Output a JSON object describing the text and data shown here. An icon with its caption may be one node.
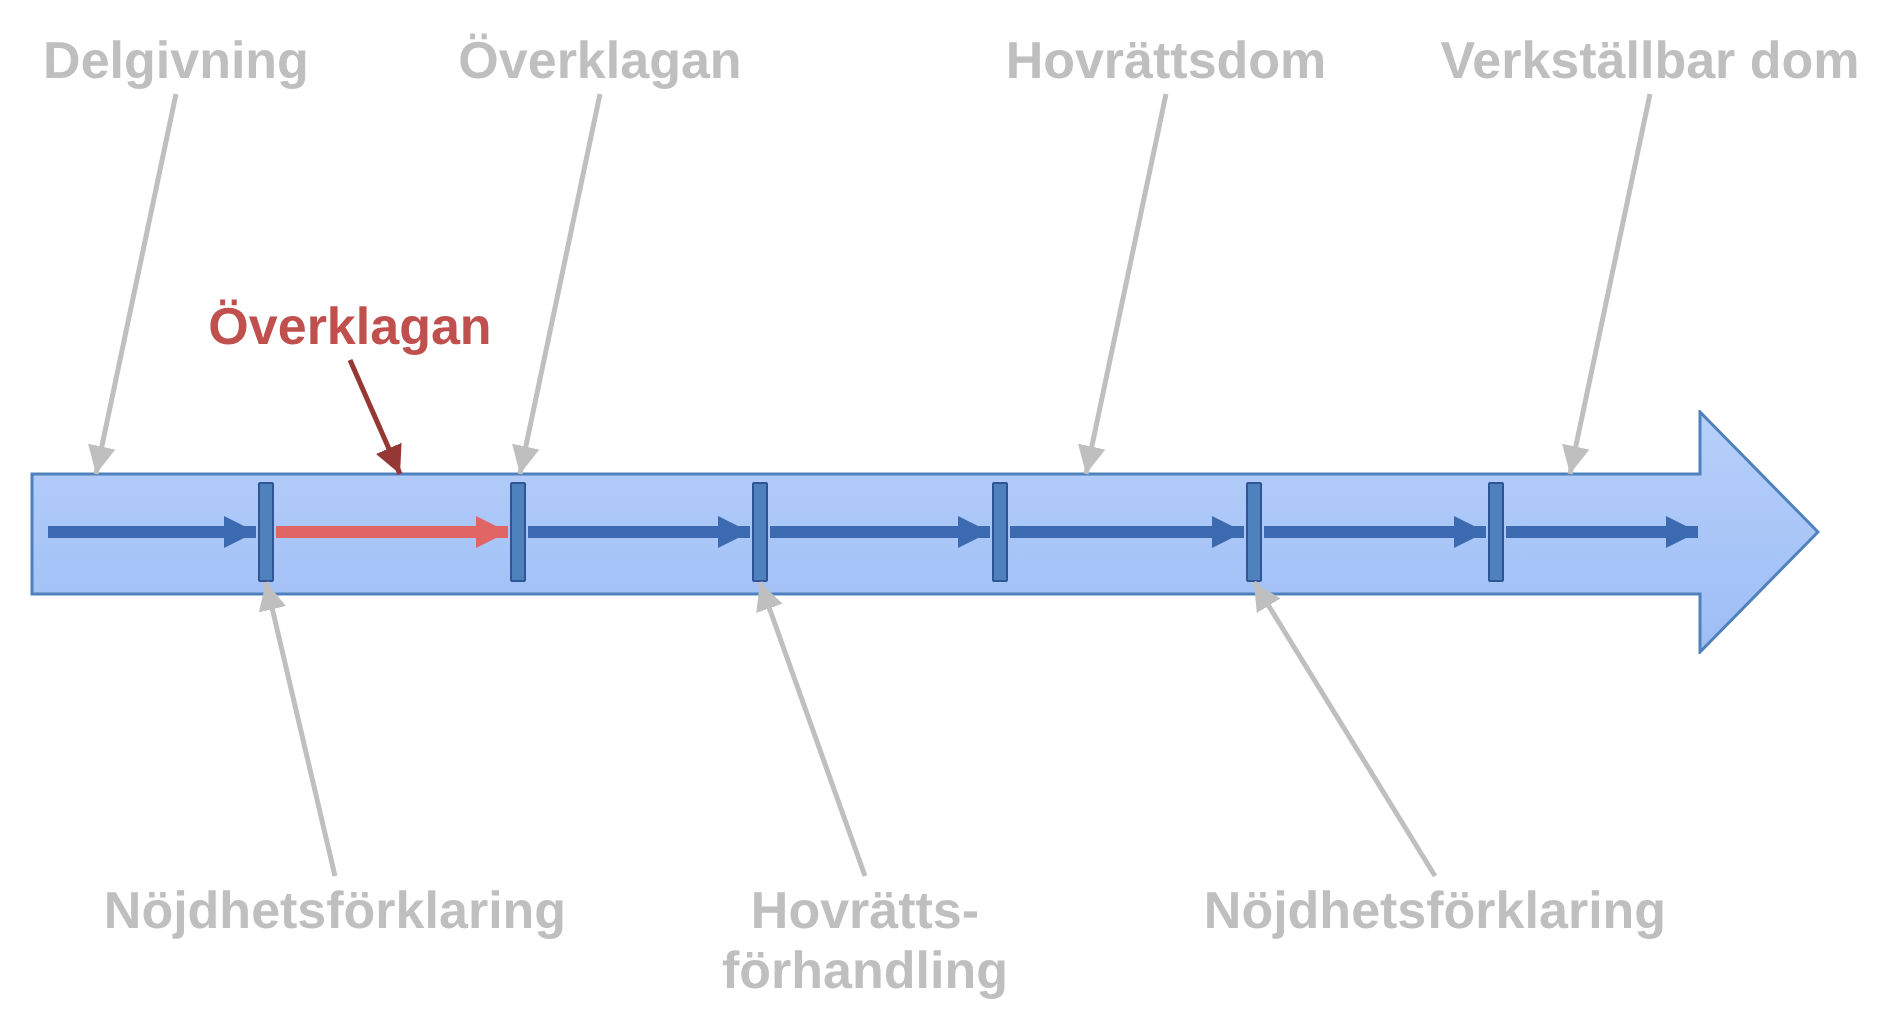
{
  "diagram": {
    "nodes": [
      {
        "text": [
          "Delgivning"
        ]
      },
      {
        "text": [
          "Överklagan"
        ]
      },
      {
        "text": [
          "Hovrättsdom"
        ]
      },
      {
        "text": [
          "Verkställbar dom"
        ]
      },
      {
        "text": [
          "Överklagan"
        ]
      },
      {
        "text": [],
        "shape": "arrow"
      },
      {
        "text": [],
        "shape": "bar",
        "in": 5
      },
      {
        "text": [],
        "shape": "bar",
        "in": 5
      },
      {
        "text": [],
        "shape": "bar",
        "in": 5
      },
      {
        "text": [],
        "shape": "bar",
        "in": 5
      },
      {
        "text": [],
        "shape": "bar",
        "in": 5
      },
      {
        "text": [],
        "shape": "bar",
        "in": 5
      },
      {
        "text": [
          "Nöjdhetsförklaring"
        ]
      },
      {
        "text": [
          "Hovrätts- förhandling"
        ]
      },
      {
        "text": [
          "Nöjdhetsförklaring"
        ]
      }
    ],
    "edges": [
      {
        "from": 0,
        "to": 5,
        "arrow": "to",
        "color": "#bfbfbf"
      },
      {
        "from": 1,
        "to": 5,
        "arrow": "to",
        "color": "#bfbfbf"
      },
      {
        "from": 2,
        "to": 5,
        "arrow": "to",
        "color": "#bfbfbf"
      },
      {
        "from": 3,
        "to": 5,
        "arrow": "to",
        "color": "#bfbfbf"
      },
      {
        "from": 4,
        "to": 5,
        "arrow": "to",
        "color": "#953735"
      },
      {
        "from": 12,
        "to": 6,
        "arrow": "to",
        "color": "#bfbfbf"
      },
      {
        "from": 13,
        "to": 8,
        "arrow": "to",
        "color": "#bfbfbf"
      },
      {
        "from": 14,
        "to": 10,
        "arrow": "to",
        "color": "#bfbfbf"
      },
      {
        "from": null,
        "to": 6,
        "arrow": "to",
        "style": "thick",
        "color": "#3c6ab0"
      },
      {
        "from": 6,
        "to": 7,
        "arrow": "to",
        "style": "thick",
        "color": "#e06666"
      },
      {
        "from": 7,
        "to": 8,
        "arrow": "to",
        "style": "thick",
        "color": "#3c6ab0"
      },
      {
        "from": 8,
        "to": 9,
        "arrow": "to",
        "style": "thick",
        "color": "#3c6ab0"
      },
      {
        "from": 9,
        "to": 10,
        "arrow": "to",
        "style": "thick",
        "color": "#3c6ab0"
      },
      {
        "from": 10,
        "to": 11,
        "arrow": "to",
        "style": "thick",
        "color": "#3c6ab0"
      },
      {
        "from": 11,
        "to": null,
        "arrow": "to",
        "style": "thick",
        "color": "#3c6ab0"
      }
    ]
  }
}
